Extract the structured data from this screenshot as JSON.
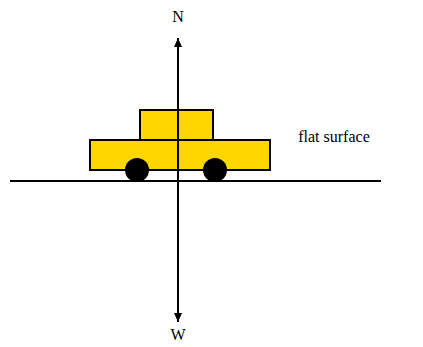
{
  "diagram": {
    "labels": [
      "N",
      "W",
      "flat surface"
    ]
  }
}
